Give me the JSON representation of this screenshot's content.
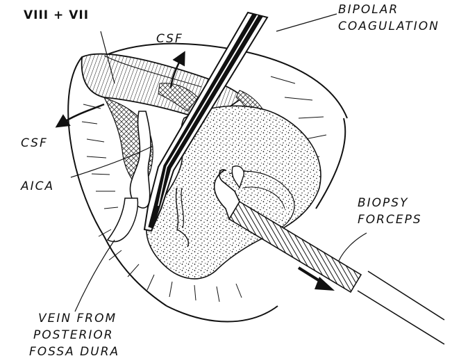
{
  "labels": {
    "nerves": "VIII + VII",
    "csf_top": "CSF",
    "csf_left": "CSF",
    "aica": "AICA",
    "bipolar_line1": "BIPOLAR",
    "bipolar_line2": "COAGULATION",
    "biopsy_line1": "BIOPSY",
    "biopsy_line2": "FORCEPS",
    "vein_line1": "VEIN FROM",
    "vein_line2": "POSTERIOR",
    "vein_line3": "FOSSA DURA"
  },
  "colors": {
    "ink": "#111111",
    "paper": "#ffffff"
  }
}
